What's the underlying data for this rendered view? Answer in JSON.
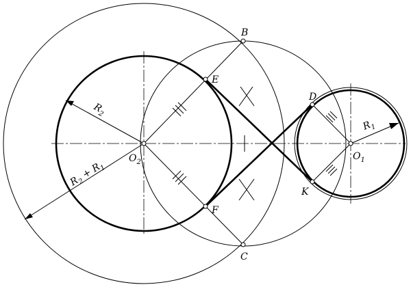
{
  "points": {
    "B": "B",
    "E": "E",
    "D": "D",
    "K": "K",
    "F": "F",
    "C": "C"
  },
  "centers": {
    "O2": {
      "base": "O",
      "sub": "2"
    },
    "O1": {
      "base": "O",
      "sub": "1"
    }
  },
  "radius_labels": {
    "R2": {
      "base": "R",
      "sub": "2"
    },
    "R1": {
      "base": "R",
      "sub": "1"
    },
    "R2_plus_R1": {
      "r": "R",
      "sub2": "2",
      "plus": " + ",
      "sub1": "1"
    }
  },
  "colors": {
    "ink": "#000000",
    "background": "#ffffff"
  }
}
